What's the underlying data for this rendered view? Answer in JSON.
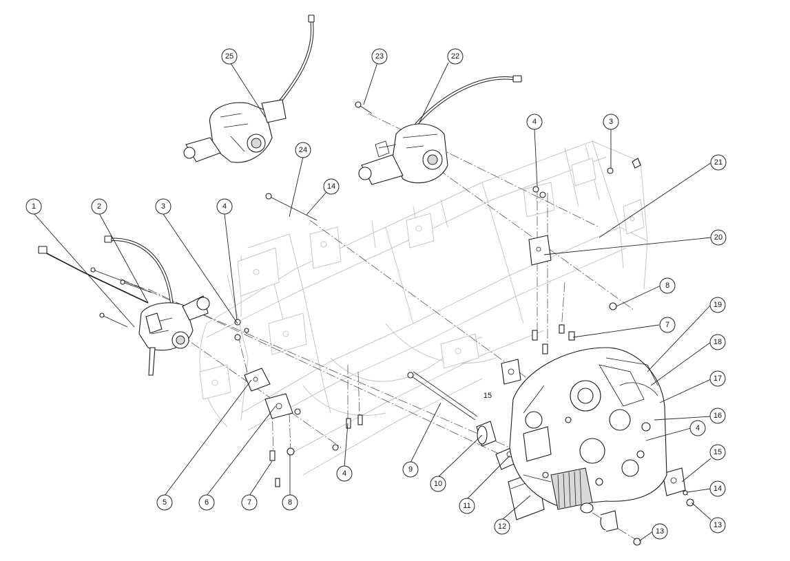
{
  "diagram": {
    "callouts": [
      {
        "label": "1"
      },
      {
        "label": "2"
      },
      {
        "label": "3"
      },
      {
        "label": "4"
      },
      {
        "label": "5"
      },
      {
        "label": "6"
      },
      {
        "label": "7"
      },
      {
        "label": "8"
      },
      {
        "label": "4"
      },
      {
        "label": "9"
      },
      {
        "label": "10"
      },
      {
        "label": "11"
      },
      {
        "label": "12"
      },
      {
        "label": "13"
      },
      {
        "label": "13"
      },
      {
        "label": "14"
      },
      {
        "label": "15"
      },
      {
        "label": "4"
      },
      {
        "label": "16"
      },
      {
        "label": "17"
      },
      {
        "label": "18"
      },
      {
        "label": "19"
      },
      {
        "label": "7"
      },
      {
        "label": "8"
      },
      {
        "label": "20"
      },
      {
        "label": "21"
      },
      {
        "label": "3"
      },
      {
        "label": "4"
      },
      {
        "label": "22"
      },
      {
        "label": "23"
      },
      {
        "label": "24"
      },
      {
        "label": "14"
      },
      {
        "label": "25"
      }
    ],
    "inline_labels": [
      {
        "label": "15"
      }
    ]
  }
}
